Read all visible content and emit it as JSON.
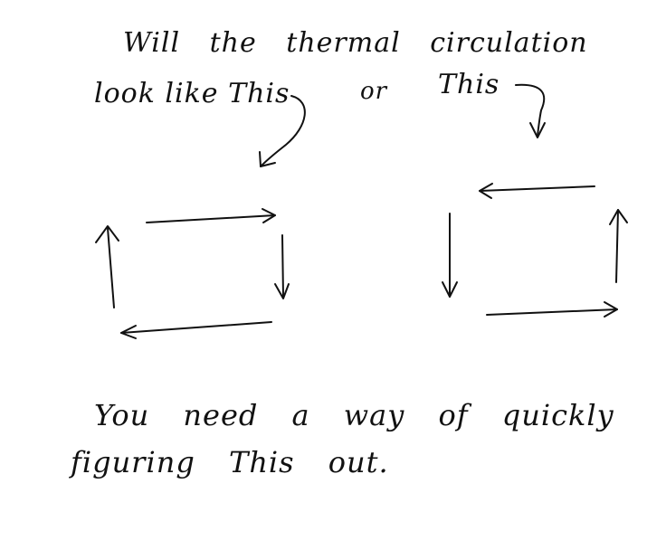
{
  "note": {
    "question_line1": "Will the thermal circulation",
    "question_line2_left": "look like This",
    "question_or": "or",
    "question_line2_right": "This",
    "answer_line1": "You need a way of quickly",
    "answer_line2": "figuring This out."
  },
  "colors": {
    "ink": "#111111",
    "paper": "#ffffff"
  }
}
